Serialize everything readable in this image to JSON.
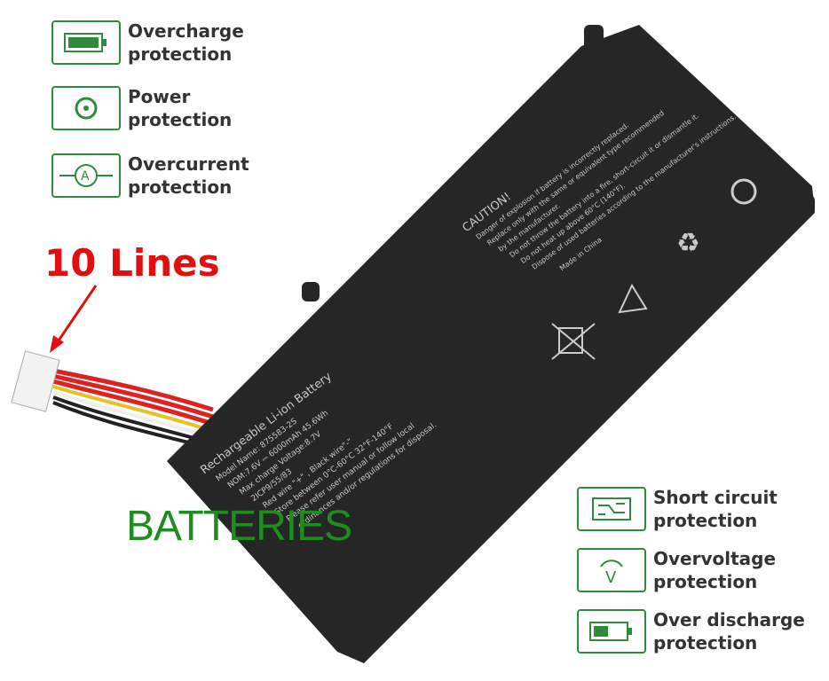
{
  "features_left": [
    {
      "icon": "battery-full-icon",
      "line1": "Overcharge",
      "line2": "protection"
    },
    {
      "icon": "power-icon",
      "line1": "Power",
      "line2": "protection"
    },
    {
      "icon": "ammeter-icon",
      "line1": "Overcurrent",
      "line2": "protection"
    }
  ],
  "features_right": [
    {
      "icon": "circuit-board-icon",
      "line1": "Short circuit",
      "line2": "protection"
    },
    {
      "icon": "voltmeter-icon",
      "line1": "Overvoltage",
      "line2": "protection"
    },
    {
      "icon": "battery-low-icon",
      "line1": "Over discharge",
      "line2": "protection"
    }
  ],
  "callout": "10 Lines",
  "brand": "BATTERIES",
  "label": {
    "title": "Rechargeable Li-ion Battery",
    "lines": [
      "Model Name: 875583-2S",
      "NOM:7.6V ⎓ 6000mAh   45.6Wh",
      "Max charge Voltage:8.7V",
      "2ICP9/55/83",
      "Red wire \"+\" , Black wire\"-\"",
      "Store between 0°C-60°C 32°F-140°F",
      "Please refer user manual or follow local",
      "ordinances and/or regulations for disposal."
    ]
  },
  "caution": {
    "title": "CAUTION!",
    "lines": [
      "Danger of explosion if battery is incorrectly replaced.",
      "Replace only with the same or equivalent type recommended",
      "by the manufacturer.",
      "Do not throw the battery into a fire, short-circuit it or dismantle it.",
      "Do not heat up above 60°C (140°F).",
      "Dispose of used batteries according to the manufacturer's instructions."
    ],
    "origin": "Made in China"
  },
  "colors": {
    "accent_green": "#2e8b3e",
    "callout_red": "#e01010",
    "battery_body": "#262626"
  }
}
